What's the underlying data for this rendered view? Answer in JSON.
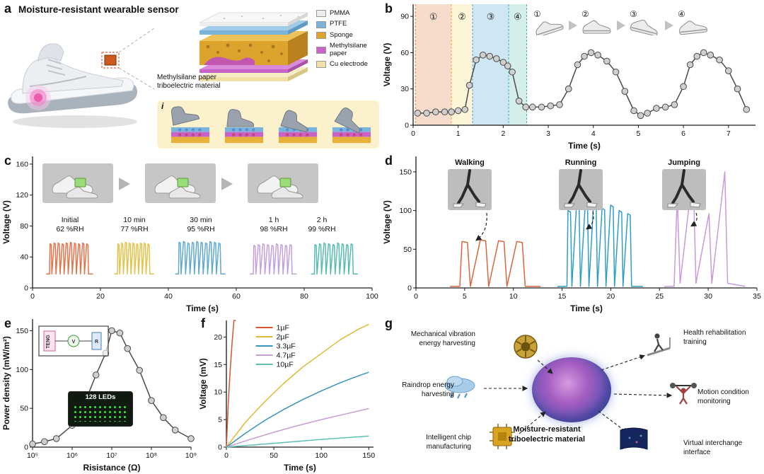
{
  "panel_a": {
    "label": "a",
    "title": "Moisture-resistant wearable sensor",
    "material_label": "Methylsilane paper\ntriboelectric material",
    "sub_label": "i",
    "charge_minus": "⊖ ⊖ ⊖ ⊖",
    "charge_plus": "⊕ ⊕ ⊕ ⊕",
    "legend": [
      {
        "label": "PMMA",
        "color": "#ededed"
      },
      {
        "label": "PTFE",
        "color": "#7ab4da"
      },
      {
        "label": "Sponge",
        "color": "#dca32d"
      },
      {
        "label": "Methylsilane paper",
        "color": "#c863c8"
      },
      {
        "label": "Cu electrode",
        "color": "#f0e2a6"
      }
    ]
  },
  "panel_b": {
    "label": "b",
    "step_icons": [
      "①",
      "②",
      "③",
      "④"
    ]
  },
  "panel_c": {
    "label": "c",
    "annotations": [
      {
        "line1": "Initial",
        "line2": "62 %RH"
      },
      {
        "line1": "10 min",
        "line2": "77 %RH"
      },
      {
        "line1": "30 min",
        "line2": "95 %RH"
      },
      {
        "line1": "1 h",
        "line2": "98 %RH"
      },
      {
        "line1": "2 h",
        "line2": "99 %RH"
      }
    ]
  },
  "panel_d": {
    "label": "d",
    "activities": [
      "Walking",
      "Running",
      "Jumping"
    ]
  },
  "panel_e": {
    "label": "e",
    "circuit": {
      "teng": "TENG",
      "v": "V",
      "r": "R"
    },
    "led_label": "128 LEDs"
  },
  "panel_f": {
    "label": "f"
  },
  "panel_g": {
    "label": "g",
    "center_label": "Moisture-resistant\ntriboelectric material",
    "items": [
      {
        "label": "Mechanical vibration\nenergy harvesting",
        "icon": "turbine"
      },
      {
        "label": "Health rehabilitation\ntraining",
        "icon": "treadmill"
      },
      {
        "label": "Raindrop energy\nharvesting",
        "icon": "rain-cloud"
      },
      {
        "label": "Motion condition\nmonitoring",
        "icon": "weightlifter"
      },
      {
        "label": "Intelligent chip\nmanufacturing",
        "icon": "chip"
      },
      {
        "label": "Virtual interchange\ninterface",
        "icon": "curved-screen"
      }
    ]
  },
  "chart_data": [
    {
      "id": "b",
      "type": "line",
      "xlabel": "Time (s)",
      "ylabel": "Voltage (V)",
      "xlim": [
        0,
        7.6
      ],
      "ylim": [
        0,
        100
      ],
      "xticks": [
        0,
        1,
        2,
        3,
        4,
        5,
        6,
        7
      ],
      "yticks": [
        0,
        30,
        60,
        90
      ],
      "regions": [
        {
          "from": 0.05,
          "to": 0.85,
          "color": "#f7dccc",
          "edge": "#e07a55",
          "label": "①"
        },
        {
          "from": 0.85,
          "to": 1.32,
          "color": "#fdf5d8",
          "edge": "#d8bb55",
          "label": "②"
        },
        {
          "from": 1.32,
          "to": 2.12,
          "color": "#cfe7f4",
          "edge": "#5f9fd0",
          "label": "③"
        },
        {
          "from": 2.12,
          "to": 2.52,
          "color": "#d4efe9",
          "edge": "#4fb0a0",
          "label": "④"
        }
      ],
      "series": [
        {
          "name": "output voltage",
          "color": "#4a4a4a",
          "marker": true,
          "points": [
            [
              0.1,
              10
            ],
            [
              0.3,
              10
            ],
            [
              0.5,
              11
            ],
            [
              0.7,
              11
            ],
            [
              0.85,
              11
            ],
            [
              1.0,
              12
            ],
            [
              1.15,
              13
            ],
            [
              1.25,
              33
            ],
            [
              1.4,
              54
            ],
            [
              1.55,
              58
            ],
            [
              1.7,
              57
            ],
            [
              1.85,
              55
            ],
            [
              2.0,
              52
            ],
            [
              2.1,
              49
            ],
            [
              2.2,
              44
            ],
            [
              2.35,
              20
            ],
            [
              2.5,
              15
            ],
            [
              2.65,
              15
            ],
            [
              2.85,
              15
            ],
            [
              3.05,
              16
            ],
            [
              3.25,
              17
            ],
            [
              3.45,
              30
            ],
            [
              3.65,
              50
            ],
            [
              3.8,
              57
            ],
            [
              3.95,
              60
            ],
            [
              4.1,
              58
            ],
            [
              4.3,
              53
            ],
            [
              4.5,
              44
            ],
            [
              4.7,
              28
            ],
            [
              4.9,
              12
            ],
            [
              5.05,
              8
            ],
            [
              5.2,
              10
            ],
            [
              5.4,
              14
            ],
            [
              5.6,
              15
            ],
            [
              5.8,
              17
            ],
            [
              6.0,
              32
            ],
            [
              6.15,
              50
            ],
            [
              6.3,
              57
            ],
            [
              6.45,
              60
            ],
            [
              6.6,
              58
            ],
            [
              6.8,
              54
            ],
            [
              7.0,
              45
            ],
            [
              7.2,
              30
            ],
            [
              7.4,
              13
            ]
          ]
        }
      ]
    },
    {
      "id": "c",
      "type": "line",
      "xlabel": "Time (s)",
      "ylabel": "Voltage (V)",
      "xlim": [
        0,
        100
      ],
      "ylim": [
        0,
        170
      ],
      "xticks": [
        0,
        20,
        40,
        60,
        80,
        100
      ],
      "yticks": [
        0,
        40,
        80,
        120,
        160
      ],
      "series": [
        {
          "name": "Initial 62 %RH",
          "color": "#e2744b",
          "pulse": {
            "start": 5,
            "end": 17,
            "base": 18,
            "peaks": [
              57,
              58,
              58,
              57,
              58,
              59,
              58,
              57,
              58,
              57
            ]
          }
        },
        {
          "name": "10 min 77 %RH",
          "color": "#e3c24d",
          "pulse": {
            "start": 25,
            "end": 35,
            "base": 18,
            "peaks": [
              57,
              58,
              59,
              58,
              58,
              57,
              58,
              58,
              57
            ]
          }
        },
        {
          "name": "30 min 95 %RH",
          "color": "#5fa8cf",
          "pulse": {
            "start": 43,
            "end": 56,
            "base": 18,
            "peaks": [
              59,
              60,
              58,
              59,
              60,
              59,
              58,
              60,
              59,
              58
            ]
          }
        },
        {
          "name": "1 h 98 %RH",
          "color": "#c4a0da",
          "pulse": {
            "start": 65,
            "end": 77,
            "base": 18,
            "peaks": [
              55,
              56,
              57,
              56,
              55,
              57,
              56,
              55,
              56
            ]
          }
        },
        {
          "name": "2 h 99 %RH",
          "color": "#57bcae",
          "pulse": {
            "start": 83,
            "end": 95,
            "base": 18,
            "peaks": [
              56,
              57,
              58,
              57,
              56,
              58,
              57,
              56,
              57
            ]
          }
        }
      ]
    },
    {
      "id": "d",
      "type": "line",
      "xlabel": "Time (s)",
      "ylabel": "Voltage (V)",
      "xlim": [
        0,
        35
      ],
      "ylim": [
        0,
        170
      ],
      "xticks": [
        0,
        5,
        10,
        15,
        20,
        25,
        30,
        35
      ],
      "yticks": [
        0,
        50,
        100,
        150
      ],
      "series": [
        {
          "name": "Walking",
          "color": "#d9663c",
          "pulse": {
            "start": 4.5,
            "end": 12,
            "base": 2,
            "peaks": [
              60,
              62,
              61,
              60
            ]
          }
        },
        {
          "name": "Running",
          "color": "#2f9ec6",
          "pulse": {
            "start": 15.5,
            "end": 22.5,
            "base": 2,
            "peaks": [
              100,
              108,
              104,
              110,
              103,
              107,
              100,
              96
            ]
          }
        },
        {
          "name": "Jumping",
          "color": "#c79adc",
          "pulse": {
            "start": 26.5,
            "end": 33,
            "base": 2,
            "sharp": true,
            "peaks": [
              118,
              152,
              96,
              150
            ]
          }
        }
      ]
    },
    {
      "id": "e",
      "type": "line",
      "xlabel": "Risistance (Ω)",
      "ylabel": "Power density (mW/m²)",
      "xlog": true,
      "xlim": [
        100000,
        1000000000
      ],
      "ylim": [
        0,
        165
      ],
      "xticks": [
        100000,
        1000000,
        10000000,
        100000000,
        1000000000
      ],
      "xtick_labels": [
        "10⁵",
        "10⁶",
        "10⁷",
        "10⁸",
        "10⁹"
      ],
      "yticks": [
        0,
        50,
        100,
        150
      ],
      "series": [
        {
          "name": "power density",
          "color": "#4a4a4a",
          "marker": true,
          "points": [
            [
              100000,
              4
            ],
            [
              200000,
              7
            ],
            [
              400000,
              11
            ],
            [
              1000000,
              28
            ],
            [
              2000000,
              55
            ],
            [
              4000000,
              93
            ],
            [
              7000000,
              121
            ],
            [
              10000000,
              150
            ],
            [
              16000000,
              147
            ],
            [
              25000000,
              127
            ],
            [
              50000000,
              99
            ],
            [
              100000000,
              60
            ],
            [
              200000000,
              38
            ],
            [
              400000000,
              22
            ],
            [
              1000000000,
              11
            ]
          ]
        }
      ]
    },
    {
      "id": "f",
      "type": "line",
      "xlabel": "Time (s)",
      "ylabel": "Voltage (mV)",
      "xlim": [
        0,
        155
      ],
      "ylim": [
        0,
        23
      ],
      "xticks": [
        0,
        50,
        100,
        150
      ],
      "yticks": [
        0,
        5,
        10,
        15,
        20
      ],
      "legend": true,
      "series": [
        {
          "name": "1µF",
          "color": "#d4562e",
          "points": [
            [
              0,
              0
            ],
            [
              2,
              8
            ],
            [
              4,
              14
            ],
            [
              6,
              19
            ],
            [
              8,
              23
            ],
            [
              10,
              24
            ]
          ]
        },
        {
          "name": "2µF",
          "color": "#dfba3a",
          "points": [
            [
              0,
              0
            ],
            [
              20,
              4.5
            ],
            [
              40,
              8.2
            ],
            [
              60,
              11.5
            ],
            [
              80,
              14.5
            ],
            [
              100,
              17
            ],
            [
              120,
              19.5
            ],
            [
              140,
              21.5
            ],
            [
              150,
              22.3
            ]
          ]
        },
        {
          "name": "3.3µF",
          "color": "#3894ba",
          "points": [
            [
              0,
              0
            ],
            [
              20,
              2.5
            ],
            [
              40,
              4.8
            ],
            [
              60,
              6.8
            ],
            [
              80,
              8.6
            ],
            [
              100,
              10.2
            ],
            [
              120,
              11.7
            ],
            [
              140,
              13
            ],
            [
              150,
              13.6
            ]
          ]
        },
        {
          "name": "4.7µF",
          "color": "#c69fd4",
          "points": [
            [
              0,
              0
            ],
            [
              25,
              1.4
            ],
            [
              50,
              2.7
            ],
            [
              75,
              3.9
            ],
            [
              100,
              5
            ],
            [
              125,
              6
            ],
            [
              150,
              7
            ]
          ]
        },
        {
          "name": "10µF",
          "color": "#5fc0b2",
          "points": [
            [
              0,
              0
            ],
            [
              50,
              0.7
            ],
            [
              100,
              1.4
            ],
            [
              150,
              2
            ]
          ]
        }
      ]
    }
  ]
}
